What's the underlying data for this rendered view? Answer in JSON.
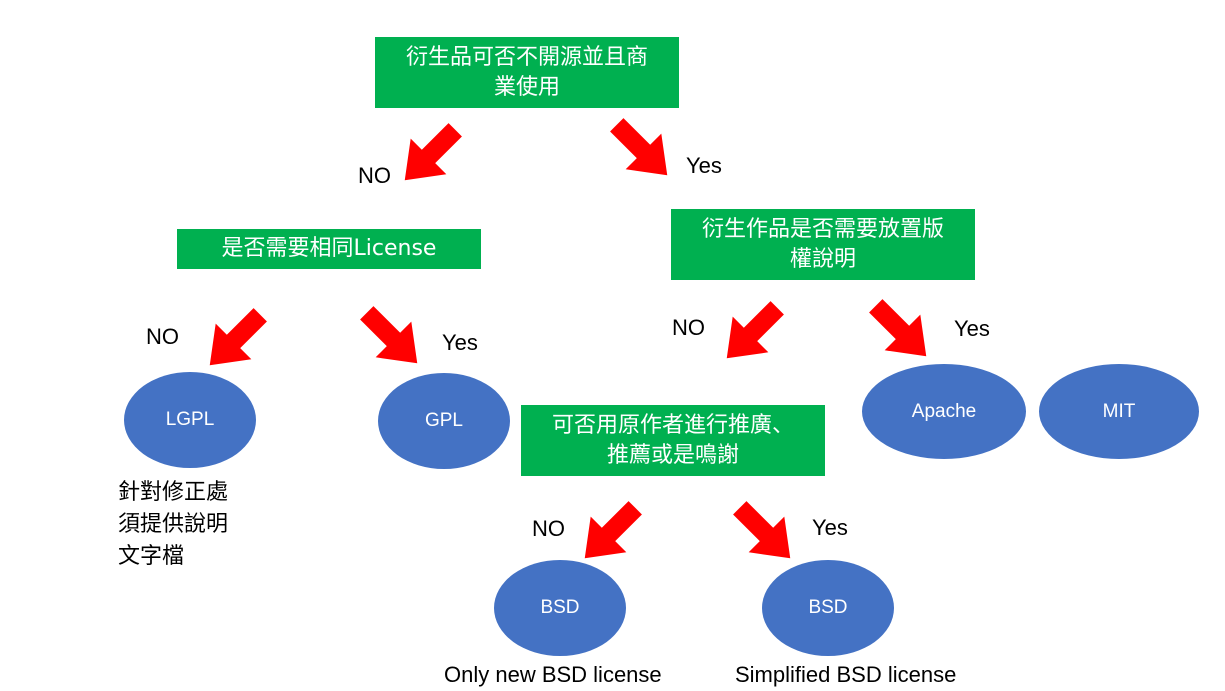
{
  "colors": {
    "box": "#00b050",
    "oval": "#4472c4",
    "arrow": "#ff0000",
    "text": "#000000"
  },
  "nodes": {
    "q1": "衍生品可否不開源並且商\n業使用",
    "q2": "是否需要相同License",
    "q3": "衍生作品是否需要放置版\n權說明",
    "q4": "可否用原作者進行推廣、\n推薦或是鳴謝"
  },
  "licenses": {
    "lgpl": "LGPL",
    "gpl": "GPL",
    "apache": "Apache",
    "mit": "MIT",
    "bsd_new": "BSD",
    "bsd_simplified": "BSD"
  },
  "branch_labels": {
    "q1_no": "NO",
    "q1_yes": "Yes",
    "q2_no": "NO",
    "q2_yes": "Yes",
    "q3_no": "NO",
    "q3_yes": "Yes",
    "q4_no": "NO",
    "q4_yes": "Yes"
  },
  "notes": {
    "lgpl_note": "針對修正處\n須提供說明\n文字檔",
    "bsd_new_caption": "Only new BSD license",
    "bsd_simplified_caption": "Simplified BSD license"
  },
  "arrows": [
    {
      "name": "arrow-q1-no",
      "dir": "down-left"
    },
    {
      "name": "arrow-q1-yes",
      "dir": "down-right"
    },
    {
      "name": "arrow-q2-no",
      "dir": "down-left"
    },
    {
      "name": "arrow-q2-yes",
      "dir": "down-right"
    },
    {
      "name": "arrow-q3-no",
      "dir": "down-left"
    },
    {
      "name": "arrow-q3-yes",
      "dir": "down-right"
    },
    {
      "name": "arrow-q4-no",
      "dir": "down-left"
    },
    {
      "name": "arrow-q4-yes",
      "dir": "down-right"
    }
  ]
}
